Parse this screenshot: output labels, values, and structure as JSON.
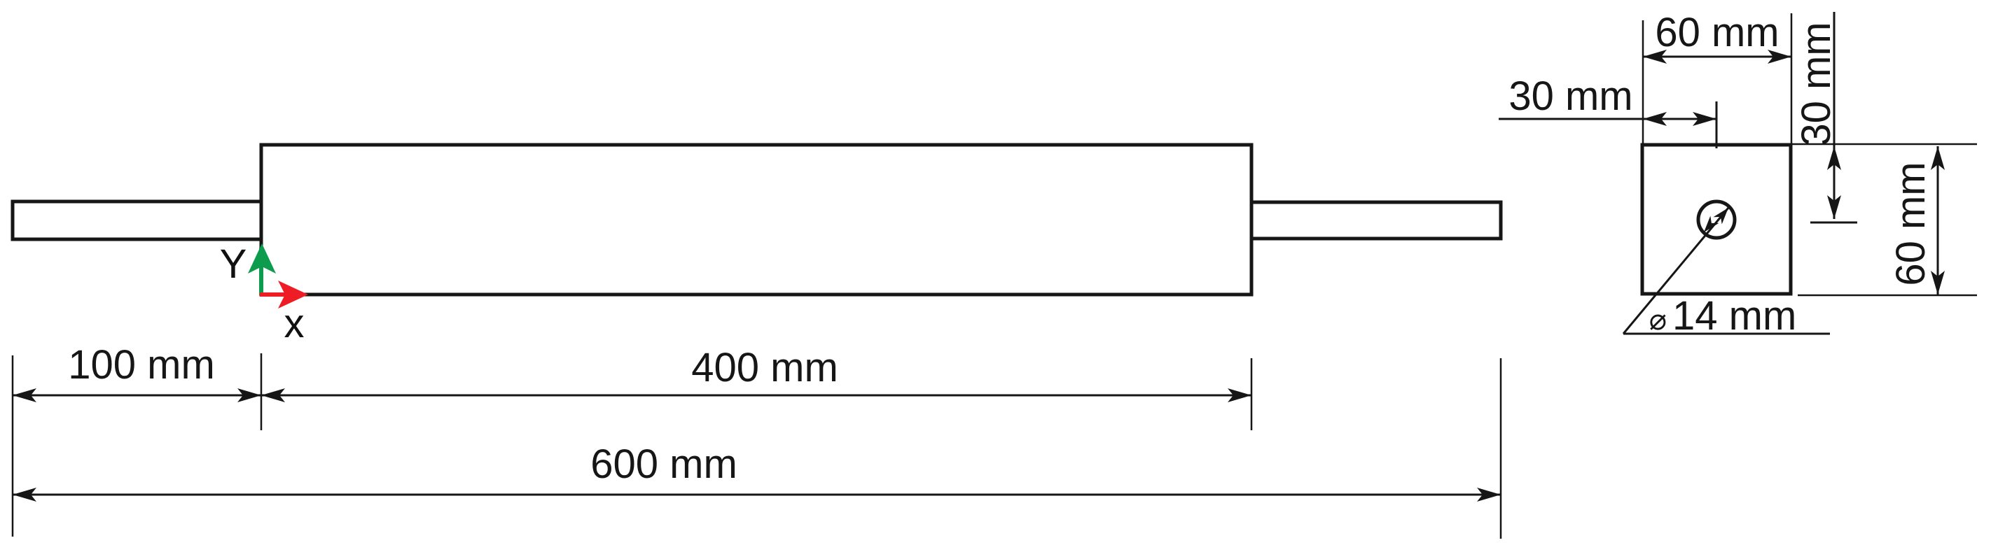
{
  "side_view": {
    "dim_left_segment": "100 mm",
    "dim_body_segment": "400 mm",
    "dim_total_length": "600 mm",
    "axis_y_label": "Y",
    "axis_x_label": "x",
    "axis_y_color": "#0D9B4D",
    "axis_x_color": "#EE1C25"
  },
  "section_view": {
    "dim_width_top": "60 mm",
    "dim_hole_offset_horizontal": "30 mm",
    "dim_hole_offset_vertical": "30 mm",
    "dim_height_right": "60 mm",
    "hole_diameter_symbol": "⌀",
    "hole_diameter_value": "14 mm"
  },
  "colors": {
    "line": "#161616",
    "background": "#ffffff"
  }
}
